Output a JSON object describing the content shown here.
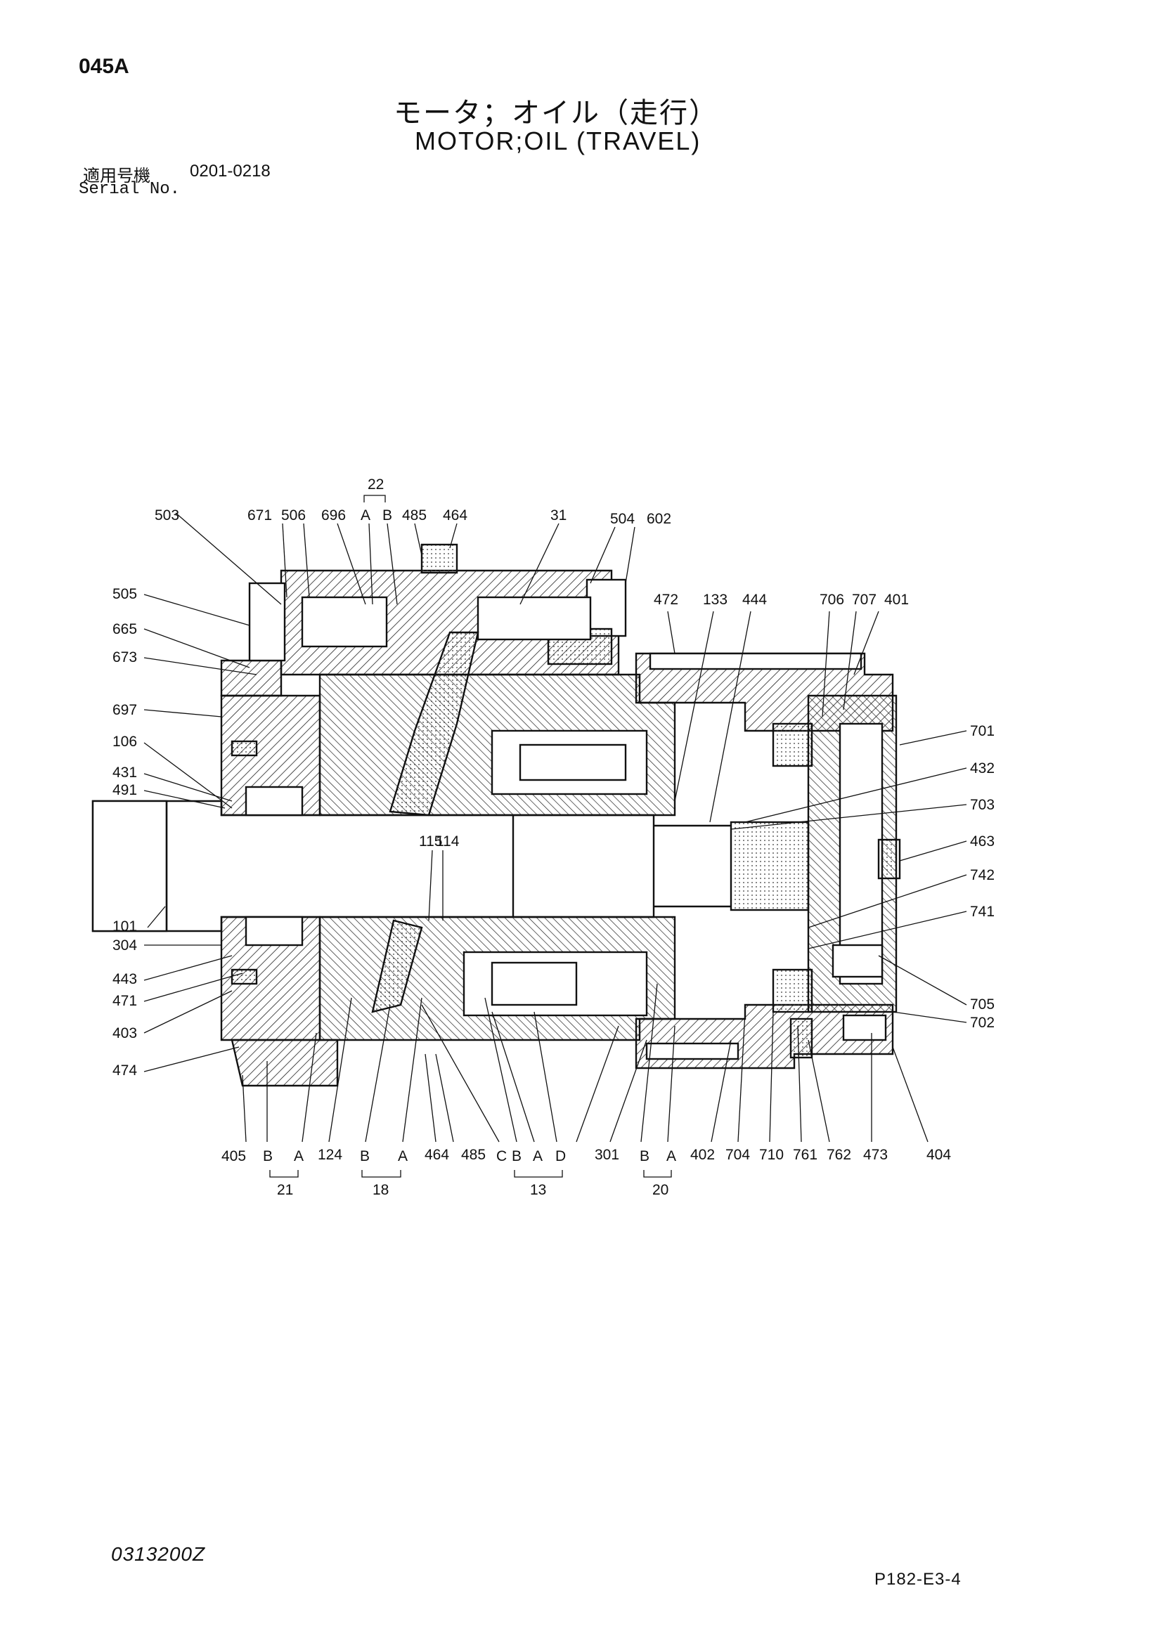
{
  "header": {
    "page_code": "045A",
    "title_jp": "モータ；オイル（走行）",
    "title_en": "MOTOR;OIL (TRAVEL)",
    "serial_label_jp": "適用号機",
    "serial_range": "0201-0218",
    "serial_label_en": "Serial No."
  },
  "footer": {
    "doc_code": "0313200Z",
    "page_ref": "P182-E3-4"
  },
  "callouts": {
    "c22": "22",
    "c22a": "A",
    "c22b": "B",
    "c503": "503",
    "c671": "671",
    "c506": "506",
    "c696": "696",
    "c485t": "485",
    "c464t": "464",
    "c31": "31",
    "c504": "504",
    "c602": "602",
    "c472": "472",
    "c133": "133",
    "c444": "444",
    "c706": "706",
    "c707": "707",
    "c401": "401",
    "c505": "505",
    "c665": "665",
    "c673": "673",
    "c697": "697",
    "c106": "106",
    "c431": "431",
    "c491": "491",
    "c101": "101",
    "c304": "304",
    "c443": "443",
    "c471": "471",
    "c403": "403",
    "c474": "474",
    "c115": "115",
    "c114": "114",
    "c701": "701",
    "c432": "432",
    "c703": "703",
    "c463": "463",
    "c742": "742",
    "c741": "741",
    "c705": "705",
    "c702": "702",
    "c405": "405",
    "c21b": "B",
    "c21a": "A",
    "c124": "124",
    "c18b": "B",
    "c18a": "A",
    "c464b": "464",
    "c485b": "485",
    "c13c": "C",
    "c13b": "B",
    "c13a": "A",
    "c13d": "D",
    "c301": "301",
    "c20b": "B",
    "c20a": "A",
    "c402": "402",
    "c704": "704",
    "c710": "710",
    "c761": "761",
    "c762": "762",
    "c473": "473",
    "c404": "404",
    "c21": "21",
    "c18": "18",
    "c13": "13",
    "c20": "20"
  }
}
